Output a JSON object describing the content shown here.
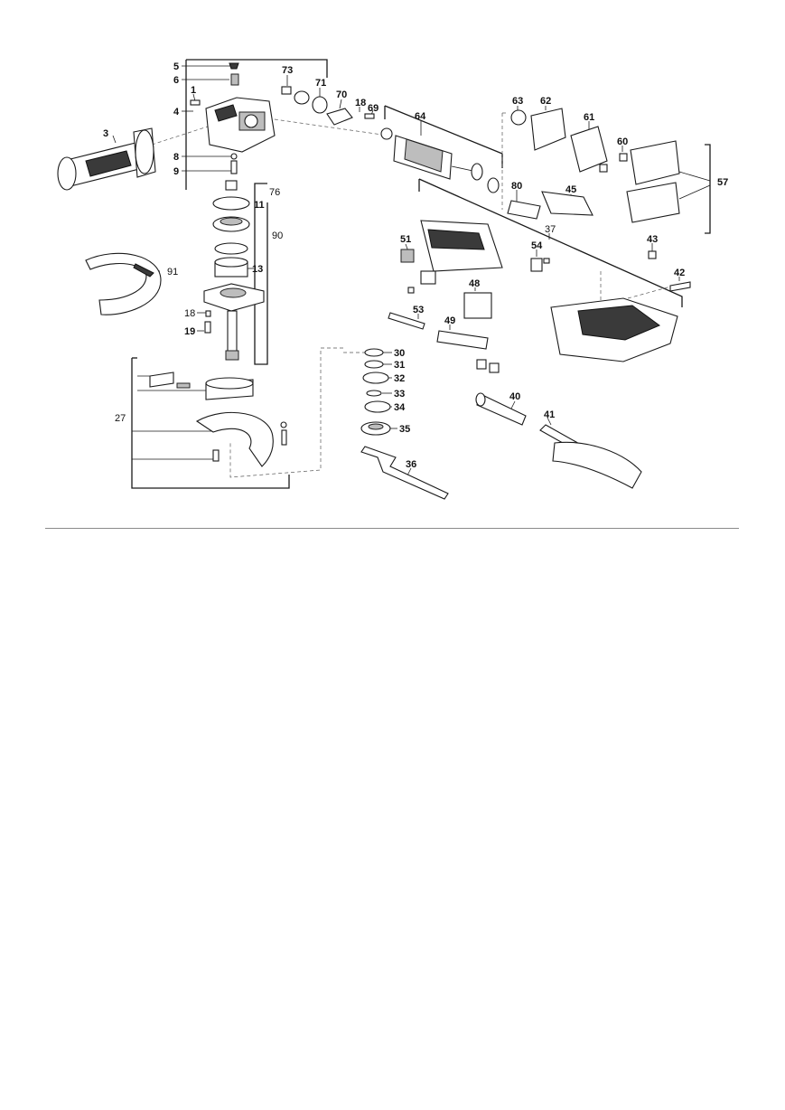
{
  "colors": {
    "ink": "#1a1a1a",
    "dark_fill": "#3a3a3a",
    "grey_fill": "#bdbdbd",
    "rule": "#8a8a8a"
  },
  "labels": {
    "p1": "1",
    "p3": "3",
    "p4": "4",
    "p5": "5",
    "p6": "6",
    "p8": "8",
    "p9": "9",
    "p11": "11",
    "p13": "13",
    "p18a": "18",
    "p18b": "18",
    "p19": "19",
    "p27": "27",
    "p30": "30",
    "p31": "31",
    "p32": "32",
    "p33": "33",
    "p34": "34",
    "p35": "35",
    "p36": "36",
    "p37": "37",
    "p40": "40",
    "p41": "41",
    "p42": "42",
    "p43": "43",
    "p45": "45",
    "p48": "48",
    "p49": "49",
    "p51": "51",
    "p53": "53",
    "p54": "54",
    "p57": "57",
    "p60": "60",
    "p61": "61",
    "p62": "62",
    "p63": "63",
    "p64": "64",
    "p69": "69",
    "p70": "70",
    "p71": "71",
    "p73": "73",
    "p76": "76",
    "p80": "80",
    "p90": "90",
    "p91": "91"
  }
}
